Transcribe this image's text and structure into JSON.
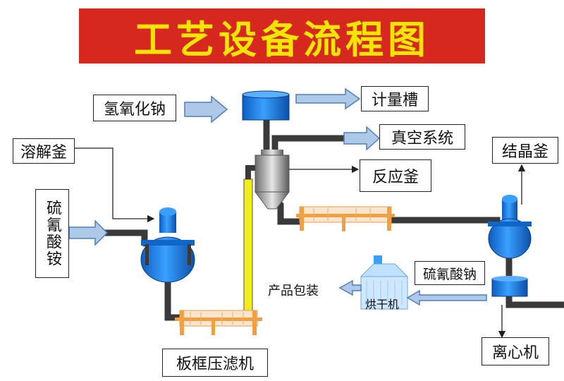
{
  "title": "工艺设备流程图",
  "labels": {
    "sodium_hydroxide": "氢氧化钠",
    "metering_tank": "计量槽",
    "vacuum_system": "真空系统",
    "reactor": "反应釜",
    "dissolving_kettle": "溶解釜",
    "ammonium_thiocyanate": "硫氰酸铵",
    "crystallizer": "结晶釜",
    "sodium_thiocyanate": "硫氰酸钠",
    "packaging": "产品包装",
    "dryer": "烘干机",
    "centrifuge": "离心机",
    "filter_press": "板框压滤机"
  },
  "colors": {
    "title_bg": "#d7281f",
    "title_text": "#f2e600",
    "vessel": "#1f7fe0",
    "pipe": "#3a3a3a",
    "filter": "#f0a040",
    "yellow_pipe": "#f4ec1a",
    "arrow_fill": "#aec8e8"
  }
}
